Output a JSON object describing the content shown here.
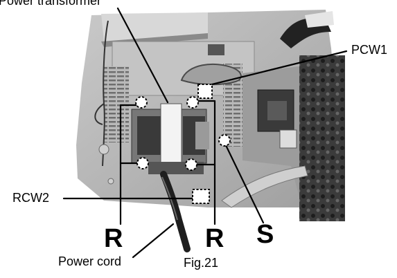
{
  "labels": {
    "power_transformer": "Power transformer",
    "pcw1": "PCW1",
    "rcw2": "RCW2",
    "r_left": "R",
    "r_right": "R",
    "s": "S",
    "power_cord": "Power cord",
    "figure": "Fig.21"
  },
  "icons": [
    "screw-marker-icon",
    "connector-marker-icon"
  ],
  "colors": {
    "background": "#ffffff",
    "ink": "#000000",
    "photo_light": "#dadada",
    "photo_mid": "#9a9a9a",
    "photo_dark": "#2a2a2a"
  }
}
